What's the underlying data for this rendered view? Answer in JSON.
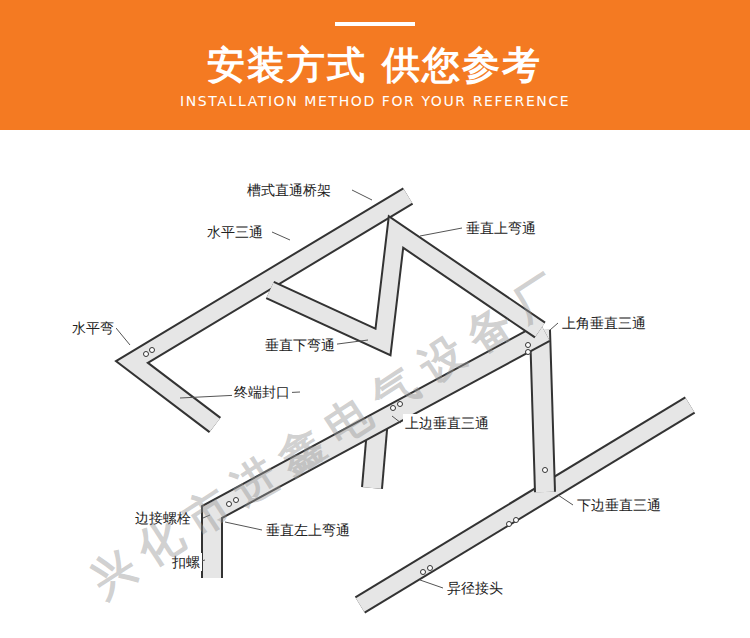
{
  "diagram": {
    "title": "安装方式 供您参考",
    "labels": [
      "INSTALLATION METHOD FOR YOUR REFERENCE",
      "槽式直通桥架",
      "水平三通",
      "垂直上弯通",
      "水平弯",
      "垂直下弯通",
      "上角垂直三通",
      "终端封口",
      "上边垂直三通",
      "边接螺栓",
      "垂直左上弯通",
      "下边垂直三通",
      "扣螺",
      "异径接头",
      "兴化市进鑫电气设备厂"
    ]
  }
}
